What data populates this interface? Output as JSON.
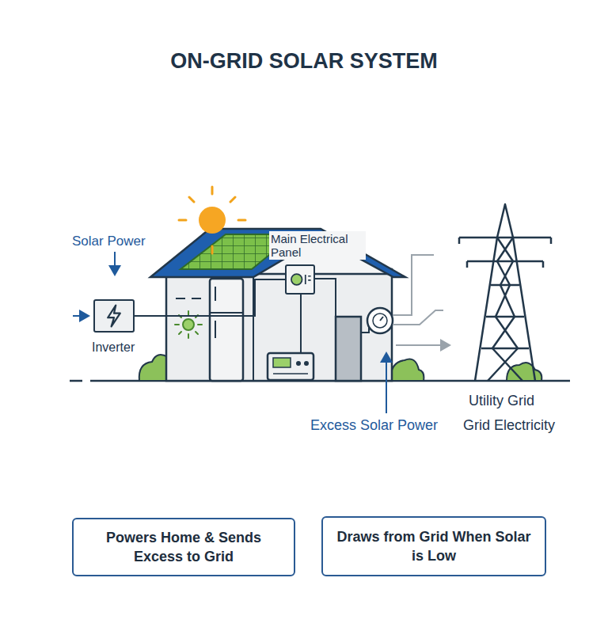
{
  "diagram": {
    "title": "ON-GRID SOLAR SYSTEM",
    "nodes": [
      {
        "text": [
          "Inverter"
        ]
      },
      {
        "text": [
          "Main Electrical Panel"
        ]
      },
      {
        "text": [
          "Powers Home & Sends Excess to Grid"
        ]
      },
      {
        "text": [
          "Draws from Grid When Solar is Low"
        ]
      }
    ],
    "edges": [
      {
        "from": 0,
        "to": 1,
        "arrow": "none"
      }
    ],
    "labels": [
      "Solar Power",
      "Excess Solar Power",
      "Utility Grid",
      "Grid Electricity"
    ]
  }
}
